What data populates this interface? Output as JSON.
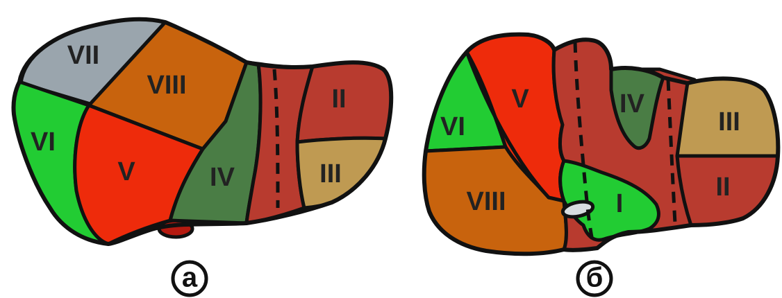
{
  "colors": {
    "seg_VII_a": "#9aa5ad",
    "seg_VIII_a": "#c8630d",
    "seg_VI": "#22cc33",
    "seg_V": "#ee2b0b",
    "seg_IV": "#4a7d45",
    "seg_II": "#b83b2f",
    "seg_III": "#bf9a52",
    "seg_I": "#22cc33",
    "caudate_dark": "#b83b2f",
    "gallbladder": "#b51a10",
    "ivc": "#d8dde0"
  },
  "diagram_a": {
    "caption": "а",
    "labels": {
      "VII": "VII",
      "VIII": "VIII",
      "VI": "VI",
      "V": "V",
      "IV": "IV",
      "II": "II",
      "III": "III"
    }
  },
  "diagram_b": {
    "caption": "б",
    "labels": {
      "VI": "VI",
      "V": "V",
      "VIII": "VIII",
      "IV": "IV",
      "III": "III",
      "II": "II",
      "I": "I"
    }
  }
}
